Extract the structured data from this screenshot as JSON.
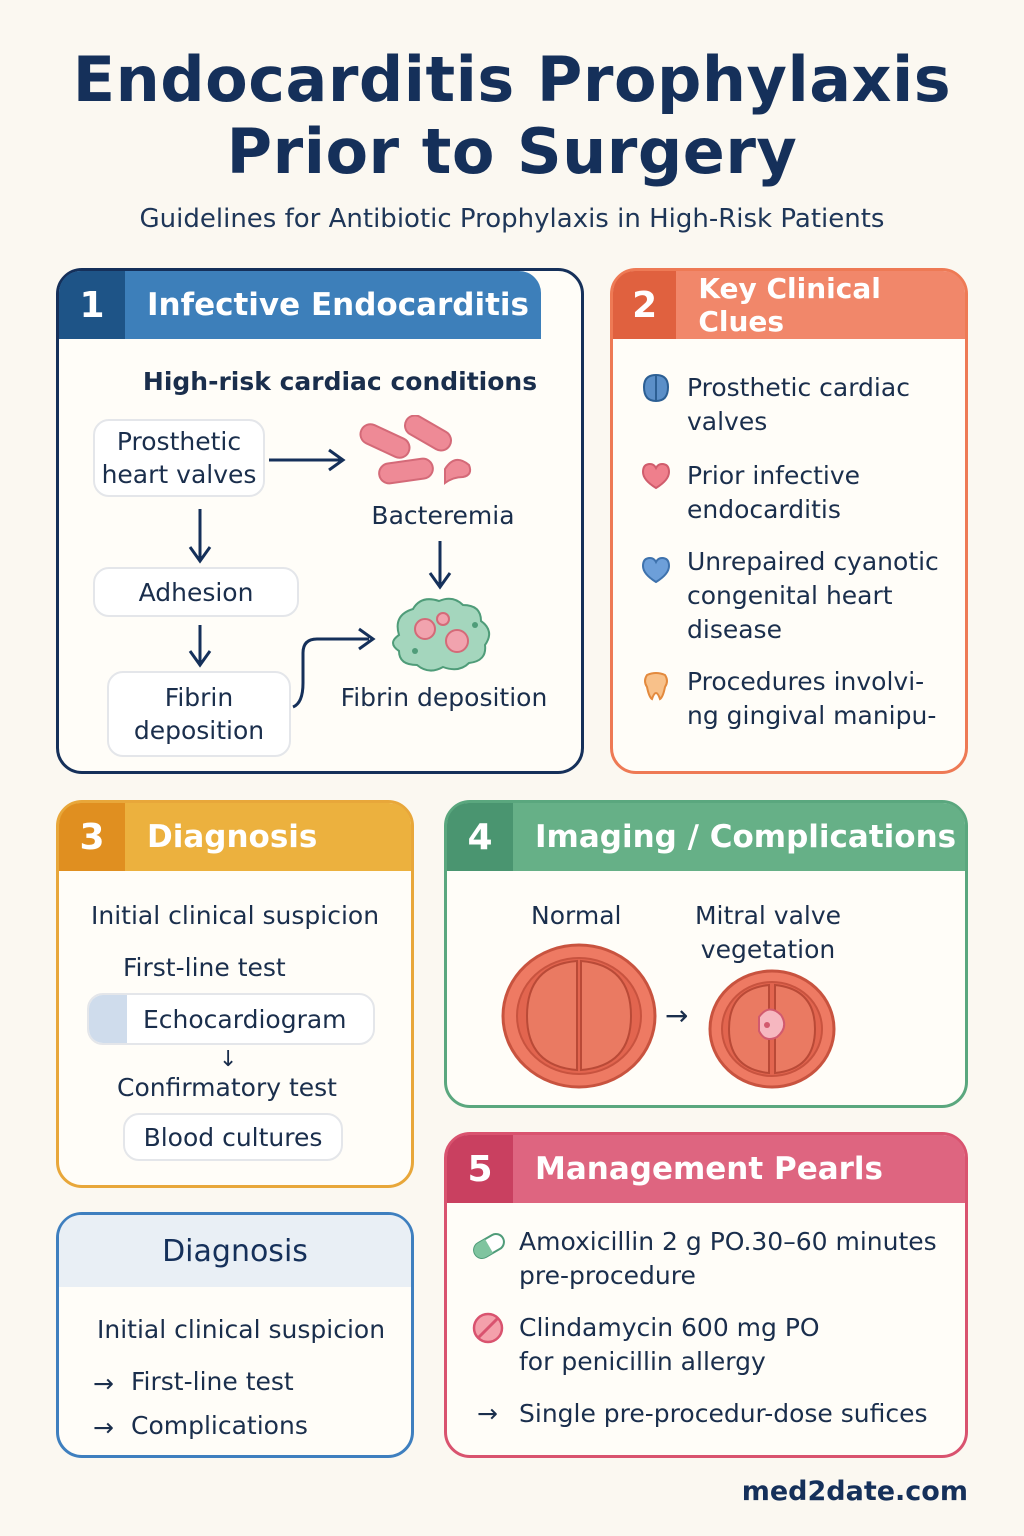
{
  "header": {
    "title_line1": "Endocarditis Prophylaxis",
    "title_line2": "Prior to Surgery",
    "subtitle": "Guidelines for Antibiotic Prophylaxis in High-Risk Patients"
  },
  "colors": {
    "panel1": "#2c6ea5",
    "panel2": "#ee7a55",
    "panel3": "#e8a73a",
    "panel4": "#5aa77e",
    "panel5": "#d9536f",
    "panel6": "#3e7fbf",
    "navy": "#15305a"
  },
  "panel1": {
    "number": "1",
    "title": "Infective Endocarditis",
    "subheading": "High-risk cardiac conditions",
    "box_prosthetic": "Prosthetic heart valves",
    "bacteremia": "Bacteremia",
    "box_adhesion": "Adhesion",
    "box_fibrin": "Fibrin deposition",
    "fibrin_label": "Fibrin deposition"
  },
  "panel2": {
    "number": "2",
    "title": "Key Clinical Clues",
    "items": [
      {
        "icon": "valve-icon",
        "text_l1": "Prosthetic cardiac",
        "text_l2": "valves",
        "text_l3": ""
      },
      {
        "icon": "heart-icon",
        "text_l1": "Prior infective",
        "text_l2": "endocarditis",
        "text_l3": ""
      },
      {
        "icon": "blue-heart-icon",
        "text_l1": "Unrepaired cyanotic",
        "text_l2": "congenital heart",
        "text_l3": "disease"
      },
      {
        "icon": "tooth-icon",
        "text_l1": "Procedures involvi-",
        "text_l2": "ng gingival manipu-",
        "text_l3": ""
      }
    ]
  },
  "panel3": {
    "number": "3",
    "title": "Diagnosis",
    "line1": "Initial clinical suspicion",
    "line2": "First-line test",
    "box_echo": "Echocardiogram",
    "arrow": "↓",
    "line3": "Confirmatory test",
    "box_blood": "Blood cultures"
  },
  "panel4": {
    "number": "4",
    "title": "Imaging / Complications",
    "label_normal": "Normal",
    "label_veg_l1": "Mitral valve",
    "label_veg_l2": "vegetation",
    "arrow": "→"
  },
  "panel5": {
    "number": "5",
    "title": "Management Pearls",
    "item1_l1": "Amoxicillin 2 g PO.30–60 minutes",
    "item1_l2": "pre-procedure",
    "item2_l1": "Clindamycin 600 mg PO",
    "item2_l2": "for penicillin allergy",
    "item3_arrow": "→",
    "item3": "Single pre-procedur-dose sufices"
  },
  "panel6": {
    "title": "Diagnosis",
    "line1": "Initial clinical suspicion",
    "arrow": "→",
    "line2": "First-line test",
    "line3": "Complications"
  },
  "footer": {
    "site": "med2date.com"
  }
}
